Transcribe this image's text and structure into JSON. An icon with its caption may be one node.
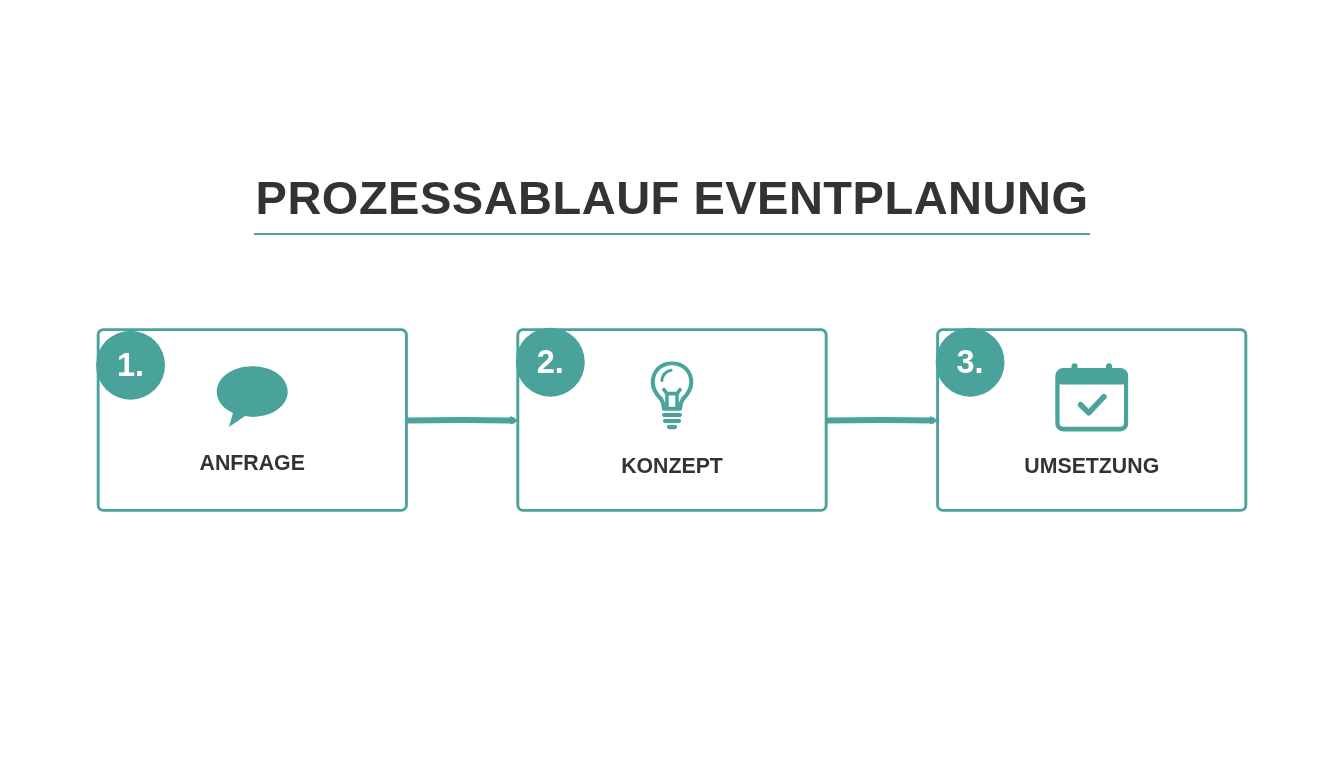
{
  "diagram": {
    "title": "PROZESSABLAUF EVENTPLANUNG",
    "nodes": [
      {
        "text": [
          "1.",
          "ANFRAGE"
        ]
      },
      {
        "text": [
          "2.",
          "KONZEPT"
        ]
      },
      {
        "text": [
          "3.",
          "UMSETZUNG"
        ]
      }
    ],
    "edges": [
      {
        "from": 0,
        "to": 1,
        "arrow": "to"
      },
      {
        "from": 1,
        "to": 2,
        "arrow": "to"
      }
    ]
  }
}
